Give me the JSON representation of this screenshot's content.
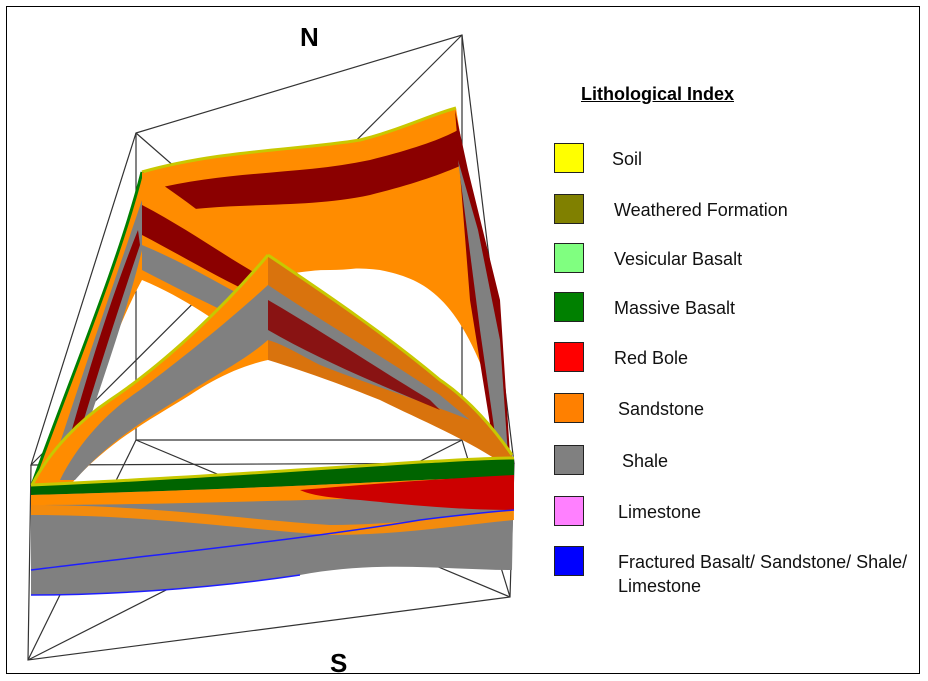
{
  "compass": {
    "north": "N",
    "south": "S"
  },
  "legend": {
    "title": "Lithological Index",
    "items": [
      {
        "label": "Soil",
        "color": "#ffff00"
      },
      {
        "label": "Weathered Formation",
        "color": "#808000"
      },
      {
        "label": "Vesicular Basalt",
        "color": "#80ff80"
      },
      {
        "label": "Massive Basalt",
        "color": "#008000"
      },
      {
        "label": "Red Bole",
        "color": "#ff0000"
      },
      {
        "label": "Sandstone",
        "color": "#ff8000"
      },
      {
        "label": "Shale",
        "color": "#808080"
      },
      {
        "label": "Limestone",
        "color": "#ff80ff"
      },
      {
        "label": "Fractured Basalt/ Sandstone/ Shale/ Limestone",
        "color": "#0000ff"
      }
    ]
  }
}
